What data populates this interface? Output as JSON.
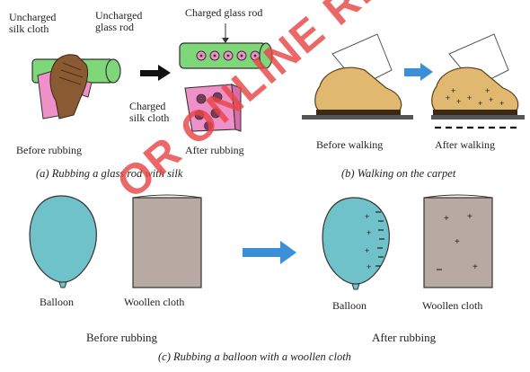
{
  "panel_a": {
    "label_uncharged_silk": [
      "Uncharged",
      "silk cloth"
    ],
    "label_uncharged_rod": [
      "Uncharged",
      "glass rod"
    ],
    "label_charged_rod": "Charged glass rod",
    "label_charged_silk": [
      "Charged",
      "silk cloth"
    ],
    "label_before": "Before rubbing",
    "label_after": "After rubbing",
    "caption": "(a) Rubbing a glass rod with silk"
  },
  "panel_b": {
    "label_before": "Before walking",
    "label_after": "After walking",
    "caption": "(b) Walking on the carpet"
  },
  "panel_c": {
    "label_balloon_1": "Balloon",
    "label_cloth_1": "Woollen cloth",
    "label_balloon_2": "Balloon",
    "label_cloth_2": "Woollen cloth",
    "label_before": "Before rubbing",
    "label_after": "After rubbing",
    "caption": "(c) Rubbing a balloon with a woollen cloth"
  },
  "watermark": "OR ONLINE READING",
  "colors": {
    "rod_green": "#7ed87a",
    "silk_pink": "#f090c8",
    "balloon_teal": "#6fc2c9",
    "cloth_brown": "#b8a9a2",
    "shoe_tan": "#e0b870",
    "arrow_blue": "#3b8fd8",
    "watermark_red": "#e84646"
  }
}
